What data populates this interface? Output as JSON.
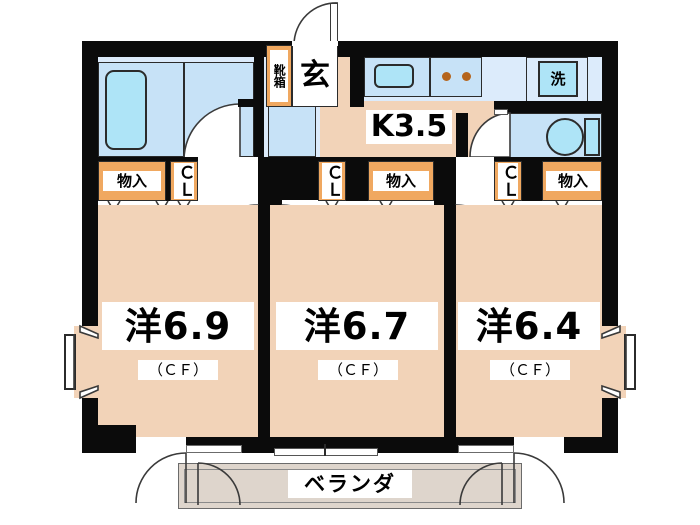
{
  "plan": {
    "type": "floor-plan",
    "layout_name": "3-room apartment floor plan",
    "rooms": [
      {
        "id": "room-left",
        "name": "洋6.9",
        "flooring": "（ＣＦ）",
        "size_jo": 6.9,
        "kind": "western-room"
      },
      {
        "id": "room-center",
        "name": "洋6.7",
        "flooring": "（ＣＦ）",
        "size_jo": 6.7,
        "kind": "western-room"
      },
      {
        "id": "room-right",
        "name": "洋6.4",
        "flooring": "（ＣＦ）",
        "size_jo": 6.4,
        "kind": "western-room"
      }
    ],
    "kitchen": {
      "label": "K3.5",
      "size_jo": 3.5
    },
    "entrance": {
      "label": "玄",
      "shoe_box": "靴箱"
    },
    "laundry": {
      "label": "洗"
    },
    "storage": [
      {
        "id": "storage-left",
        "label": "物入"
      },
      {
        "id": "storage-center",
        "label": "物入"
      },
      {
        "id": "storage-right",
        "label": "物入"
      }
    ],
    "closets": [
      {
        "id": "closet-left",
        "label": "ＣＬ"
      },
      {
        "id": "closet-center",
        "label": "ＣＬ"
      },
      {
        "id": "closet-right",
        "label": "ＣＬ"
      }
    ],
    "balcony": {
      "label": "ベランダ"
    },
    "fixtures": {
      "bathtub": "bathtub-icon",
      "sink": "kitchen-sink-icon",
      "stove": "two-burner-stove-icon",
      "toilet": "toilet-icon",
      "washbasin": "washbasin-icon",
      "washer": "washing-machine-icon"
    },
    "colors": {
      "wall": "#0b0b0b",
      "room_floor": "#F2D3B8",
      "closet": "#F0A860",
      "wet_area": "#DCEBFB",
      "water_accent": "#AEE4F7",
      "balcony": "#DED5CC",
      "background": "#FFFFFF"
    }
  }
}
